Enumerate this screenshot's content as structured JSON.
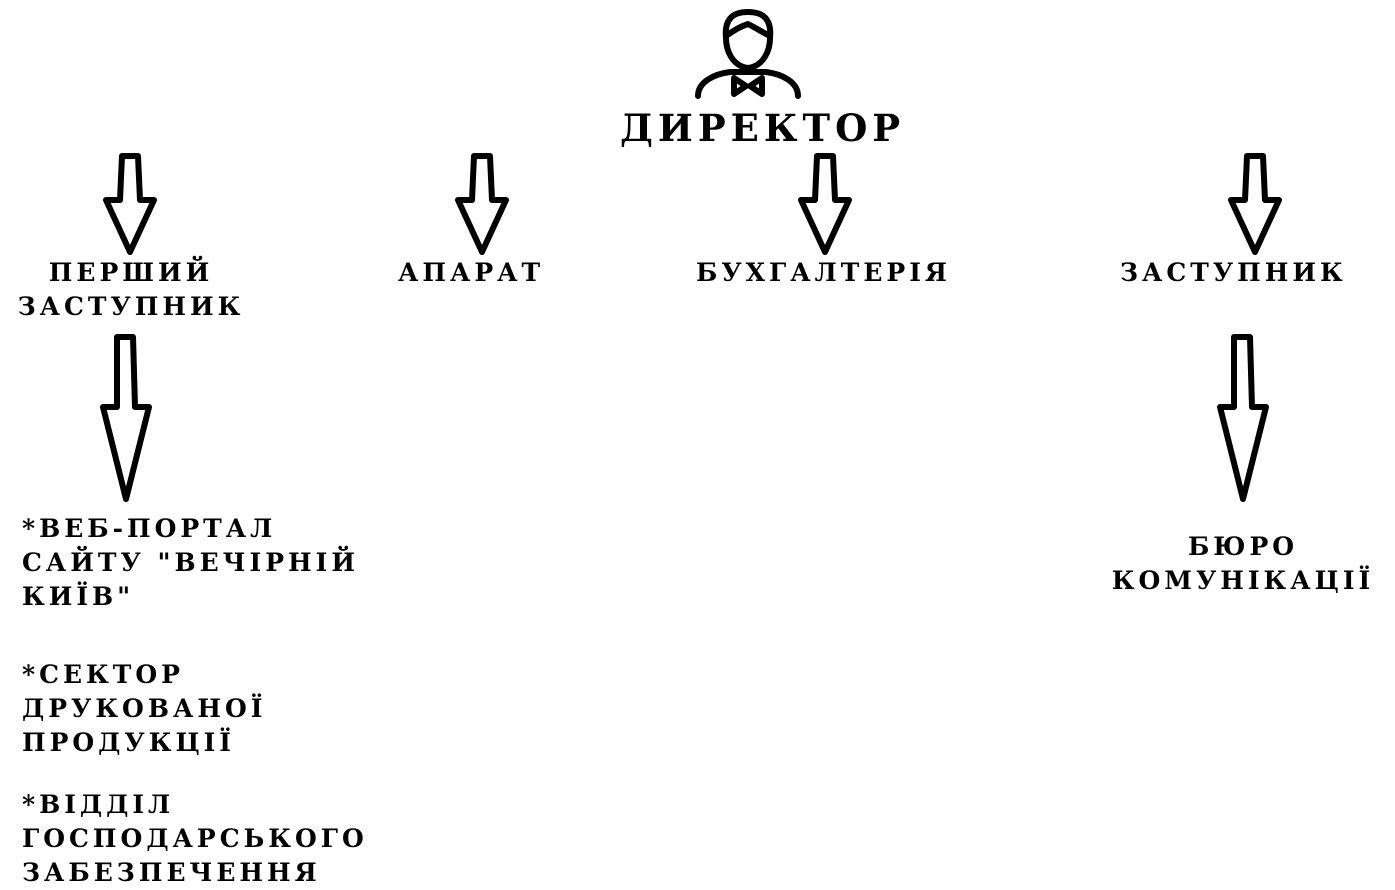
{
  "director": {
    "title": "ДИРЕКТОР",
    "icon": "person-with-bowtie-icon"
  },
  "branches": {
    "first_deputy": {
      "lines": [
        "ПЕРШИЙ",
        "ЗАСТУПНИК"
      ]
    },
    "apparatus": {
      "label": "АПАРАТ"
    },
    "accounting": {
      "label": "БУХГАЛТЕРІЯ"
    },
    "deputy": {
      "label": "ЗАСТУПНИК"
    }
  },
  "first_deputy_units": [
    {
      "lines": [
        "*ВЕБ-ПОРТАЛ",
        "САЙТУ \"ВЕЧІРНІЙ",
        "КИЇВ\""
      ]
    },
    {
      "lines": [
        "*СЕКТОР",
        "ДРУКОВАНОЇ",
        "ПРОДУКЦІЇ"
      ]
    },
    {
      "lines": [
        "*ВІДДІЛ",
        "ГОСПОДАРСЬКОГО",
        "ЗАБЕЗПЕЧЕННЯ"
      ]
    }
  ],
  "deputy_units": [
    {
      "lines": [
        "БЮРО",
        "КОМУНІКАЦІЇ"
      ]
    }
  ],
  "colors": {
    "ink": "#000000",
    "background": "#ffffff"
  }
}
